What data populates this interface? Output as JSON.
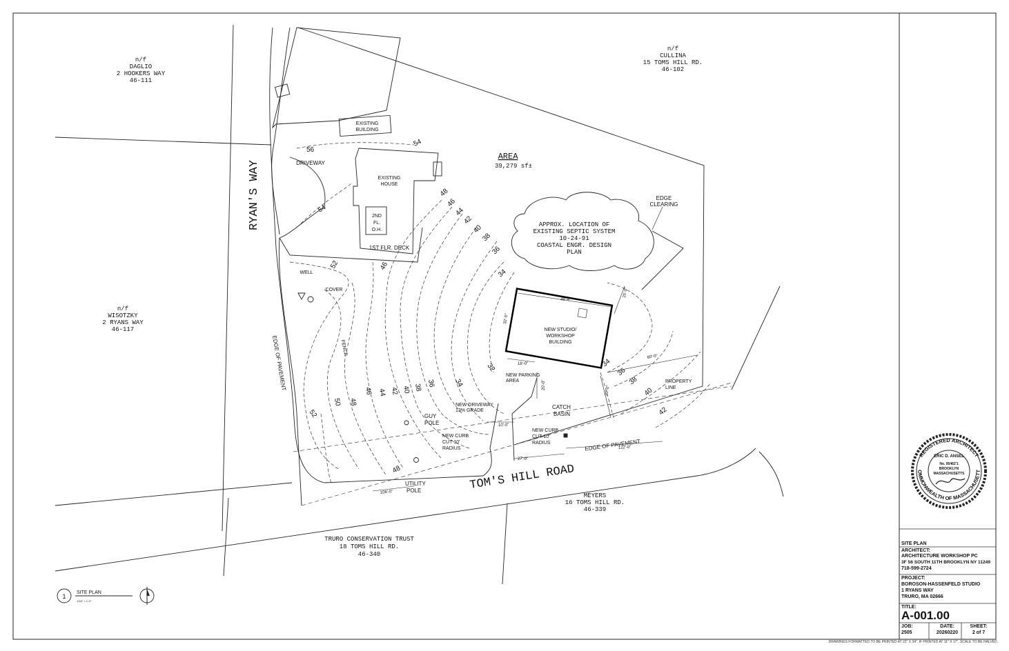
{
  "neighbors": {
    "daglio": {
      "nf": "n/f",
      "name": "DAGLIO",
      "address": "2 HOOKERS WAY",
      "parcel": "46-111"
    },
    "cullina": {
      "nf": "n/f",
      "name": "CULLINA",
      "address": "15 TOMS HILL RD.",
      "parcel": "46-102"
    },
    "wisotzky": {
      "nf": "n/f",
      "name": "WISOTZKY",
      "address": "2 RYANS WAY",
      "parcel": "46-117"
    },
    "meyers": {
      "name": "MEYERS",
      "address": "16 TOMS HILL RD.",
      "parcel": "46-339"
    },
    "truro": {
      "name": "TRURO CONSERVATION TRUST",
      "address": "18 TOMS HILL RD.",
      "parcel": "46-340"
    }
  },
  "roads": {
    "ryans_way": "RYAN'S WAY",
    "toms_hill": "TOM'S HILL ROAD"
  },
  "site": {
    "area_label": "AREA",
    "area_value": "39,279 sf±",
    "existing_building": [
      "EXISTING",
      "BUILDING"
    ],
    "existing_house": [
      "EXISTING",
      "HOUSE"
    ],
    "second_floor": [
      "2ND",
      "FL.",
      "O.H."
    ],
    "deck": "1ST FLR. DECK",
    "driveway": "DRIVEWAY",
    "well": "WELL",
    "cover": "COVER",
    "fence": "FENCE",
    "edge_pavement": "EDGE OF PAVEMENT",
    "edge_clearing": [
      "EDGE",
      "CLEARING"
    ],
    "septic": [
      "APPROX. LOCATION OF",
      "EXISTING SEPTIC SYSTEM",
      "10-24-91",
      "COASTAL ENGR. DESIGN",
      "PLAN"
    ],
    "new_studio": [
      "NEW STUDIO/",
      "WORKSHOP",
      "BUILDING"
    ],
    "new_parking": [
      "NEW PARKING",
      "AREA"
    ],
    "new_driveway": [
      "NEW DRIVEWAY",
      "13% GRADE"
    ],
    "guy_pole": [
      "GUY",
      "POLE"
    ],
    "new_curb_left": [
      "NEW CURB",
      "CUT 10'",
      "RADIUS"
    ],
    "new_curb_right": [
      "NEW CURB",
      "CUT 10'",
      "RADIUS"
    ],
    "utility_pole": [
      "UTILITY",
      "POLE"
    ],
    "catch_basin": [
      "CATCH",
      "BASIN"
    ],
    "property_line": [
      "PROPERTY",
      "LINE"
    ]
  },
  "dimensions": {
    "studio_width": "49'-4\"",
    "studio_depth": "32'-5\"",
    "north_setback": "25'-0\"",
    "east_setback": "60'-0\"",
    "road_setback": "20'-0\"",
    "parking_width": "18'-0\"",
    "parking_depth": "20'-0\"",
    "drive_width": "10'-0\"",
    "curb_to_curb": "27'-0\"",
    "frontage_right": "122'-0\"",
    "frontage_left": "108'-0\""
  },
  "contours": [
    "56",
    "54",
    "54",
    "52",
    "52",
    "50",
    "48",
    "48",
    "48",
    "46",
    "46",
    "46",
    "44",
    "44",
    "42",
    "42",
    "42",
    "40",
    "40",
    "40",
    "38",
    "38",
    "38",
    "36",
    "36",
    "36",
    "34",
    "34",
    "34",
    "32"
  ],
  "drawing_title": {
    "number": "1",
    "name": "SITE PLAN",
    "scale": "1/16\" = 1'-0\""
  },
  "stamp": {
    "top": "REGISTERED ARCHITECT",
    "name": "ERIC D. ANSEL",
    "license": "No. 95462'1",
    "city": "BROOKLYN",
    "state": "MASSACHUSETTS",
    "bottom": "COMMONWEALTH OF MASSACHUSETTS"
  },
  "title_block": {
    "sheet_name": "SITE PLAN",
    "architect_label": "ARCHITECT:",
    "architect_name": "ARCHITECTURE WORKSHOP PC",
    "architect_address": "3F 56 SOUTH 11TH BROOKLYN NY 11249",
    "architect_phone": "718-599-2724",
    "project_label": "PROJECT:",
    "project_name": "BOROSON-HASSENFELD STUDIO",
    "project_address": "1 RYANS WAY",
    "project_city": "TRURO, MA 02666",
    "title_label": "TITLE:",
    "sheet_number": "A-001.00",
    "job_label": "JOB:",
    "job_value": "2505",
    "date_label": "DATE:",
    "date_value": "20260220",
    "sheet_label": "SHEET:",
    "sheet_value": "2 of 7"
  },
  "footer_note": "DRAWINGS FORMATTED TO BE PRINTED AT 22\" X 34\". IF PRINTED AT 11\" X 17\", SCALE TO BE HALVED."
}
